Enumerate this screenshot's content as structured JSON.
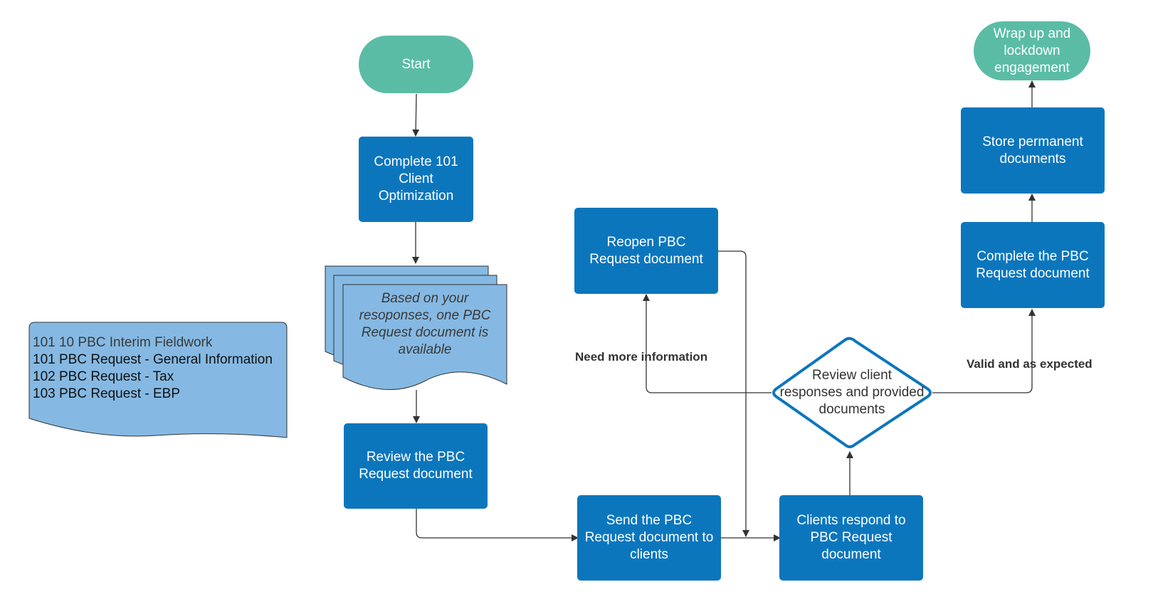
{
  "nodes": {
    "start": "Start",
    "complete_101": "Complete 101\nClient\nOptimization",
    "pbc_document": "Based on your\nresoponses, one PBC\nRequest document is\navailable",
    "review_pbc": "Review the PBC\nRequest document",
    "send_pbc": "Send the PBC\nRequest document to\nclients",
    "clients_respond": "Clients respond to\nPBC Request\ndocument",
    "review_client_responses": "Review client\nresponses and provided\ndocuments",
    "reopen_pbc": "Reopen PBC\nRequest document",
    "complete_pbc": "Complete the PBC\nRequest document",
    "store_permanent": "Store permanent\ndocuments",
    "wrap_up": "Wrap up and\nlockdown\nengagement"
  },
  "edge_labels": {
    "need_more_info": "Need more information",
    "valid_expected": "Valid and as expected"
  },
  "note": {
    "title": "101 10 PBC Interim Fieldwork",
    "items": [
      "101 PBC Request - General Information",
      "102 PBC Request - Tax",
      "103 PBC Request - EBP"
    ]
  },
  "colors": {
    "process": "#0c76bd",
    "terminal": "#5bbca6",
    "document": "#85b9e3",
    "decision_border": "#0c76bd",
    "connector": "#333333"
  }
}
